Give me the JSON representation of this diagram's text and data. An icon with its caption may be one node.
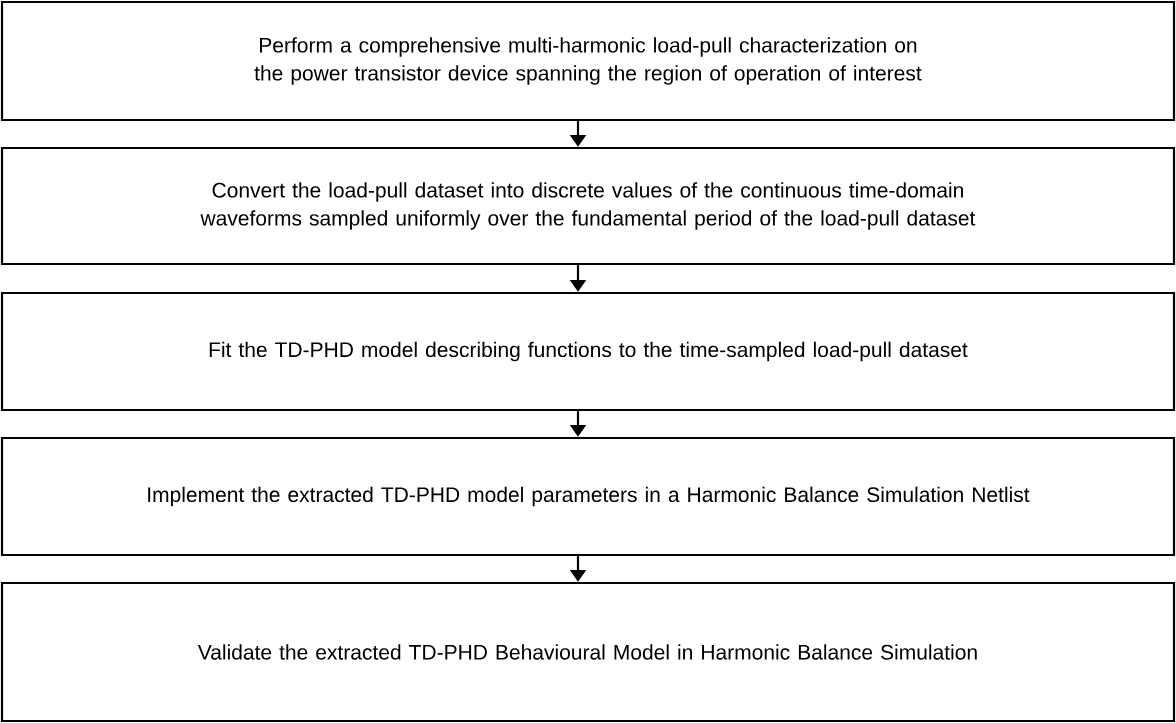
{
  "diagram": {
    "nodes": [
      {
        "text": [
          "Perform a comprehensive multi-harmonic load-pull characterization on the power transistor device spanning the region of operation of interest"
        ]
      },
      {
        "text": [
          "Convert the load-pull dataset into discrete values of the continuous time-domain waveforms sampled uniformly over the fundamental period of the load-pull dataset"
        ]
      },
      {
        "text": [
          "Fit the TD-PHD model describing functions to the time-sampled load-pull dataset"
        ]
      },
      {
        "text": [
          "Implement the extracted TD-PHD model parameters in a Harmonic Balance Simulation Netlist"
        ]
      },
      {
        "text": [
          "Validate the extracted TD-PHD Behavioural Model in Harmonic Balance Simulation"
        ]
      }
    ],
    "edges": [
      {
        "from": 0,
        "to": 1,
        "arrow": "to"
      },
      {
        "from": 1,
        "to": 2,
        "arrow": "to"
      },
      {
        "from": 2,
        "to": 3,
        "arrow": "to"
      },
      {
        "from": 3,
        "to": 4,
        "arrow": "to"
      }
    ]
  }
}
